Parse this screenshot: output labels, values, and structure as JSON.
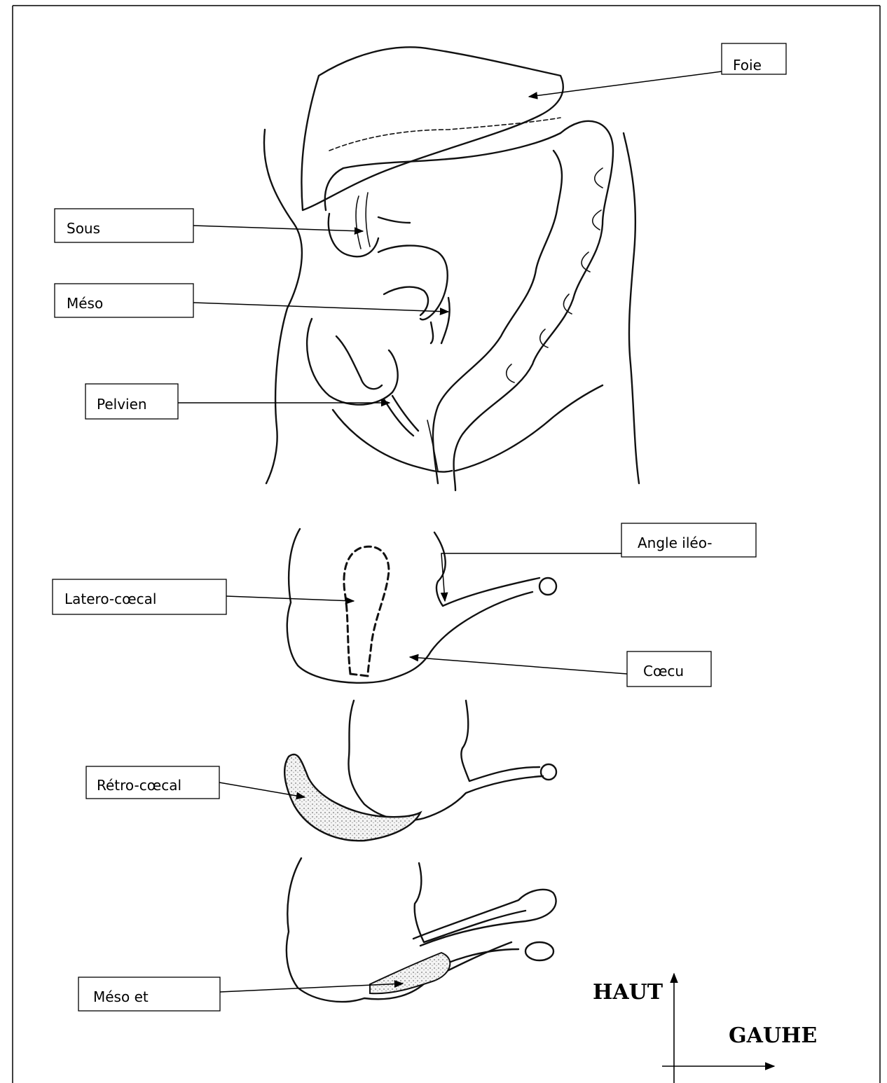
{
  "labels": {
    "foie": "Foie",
    "sous": "Sous",
    "meso": "Méso",
    "pelvien": "Pelvien",
    "angle": "Angle iléo-",
    "latero": "Latero-cœcal",
    "coecu": "Cœcu",
    "retro": "Rétro-cœcal",
    "meso_et": "Méso et"
  },
  "directions": {
    "haut": "HAUT",
    "gauche": "GAUHE"
  }
}
